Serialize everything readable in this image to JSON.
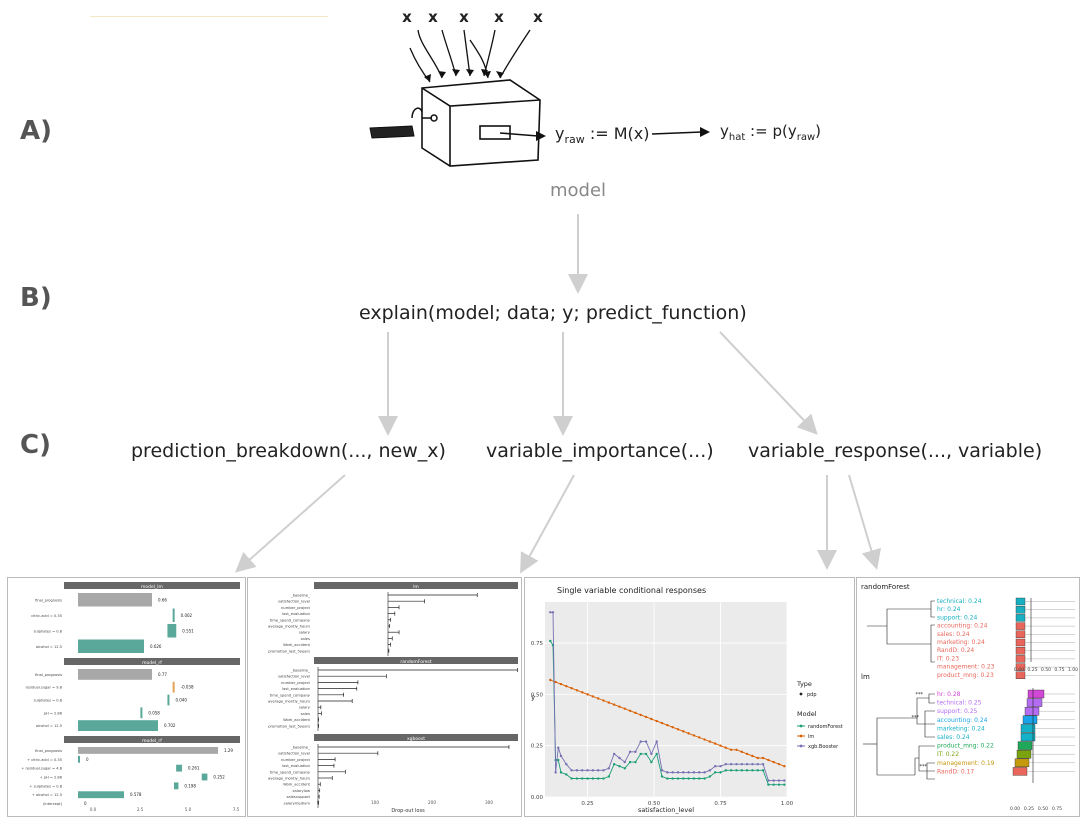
{
  "section_labels": {
    "a": "A)",
    "b": "B)",
    "c": "C)"
  },
  "diagram": {
    "input_marks": [
      "x",
      "x",
      "x",
      "x",
      "x"
    ],
    "y_raw_base": "y",
    "y_raw_sub": "raw",
    "y_raw_rest": " := M(x)",
    "y_hat_base": "y",
    "y_hat_sub": "hat",
    "y_hat_mid": " := p(y",
    "y_hat_sub2": "raw",
    "y_hat_end": ")",
    "model_label": "model",
    "explain_call": "explain(model;  data;  y;  predict_function)",
    "fn_breakdown": "prediction_breakdown(..., new_x)",
    "fn_importance": "variable_importance(...)",
    "fn_response": "variable_response(..., variable)"
  },
  "breakdown_panel": {
    "facets": [
      {
        "title": "model_lm",
        "rows": [
          {
            "label": "final_prognosis",
            "value": "0.66"
          },
          {
            "label": "citric.acid = 0.35",
            "value": "0.002"
          },
          {
            "label": "sulphates = 0.8",
            "value": "0.551"
          },
          {
            "label": "alcohol = 12.5",
            "value": "0.626"
          }
        ]
      },
      {
        "title": "model_rf",
        "rows": [
          {
            "label": "final_prognosis",
            "value": "0.77"
          },
          {
            "label": "residual.sugar = 9.8",
            "value": "-0.038"
          },
          {
            "label": "sulphates = 0.8",
            "value": "0.040"
          },
          {
            "label": "pH = 2.86",
            "value": "0.058"
          },
          {
            "label": "alcohol = 12.5",
            "value": "0.702"
          }
        ]
      },
      {
        "title": "model_rf",
        "rows": [
          {
            "label": "final_prognosis",
            "value": "1.29"
          },
          {
            "label": "+ citric.acid = 0.35",
            "value": "0"
          },
          {
            "label": "+ residual.sugar = 4.8",
            "value": "0.261"
          },
          {
            "label": "+ pH = 2.86",
            "value": "0.252"
          },
          {
            "label": "+ sulphates = 0.8",
            "value": "0.198"
          },
          {
            "label": "+ alcohol = 12.5",
            "value": "0.578"
          },
          {
            "label": "(Intercept)",
            "value": "0"
          }
        ]
      }
    ],
    "x_ticks": [
      "0.0",
      "2.5",
      "5.0",
      "7.5"
    ]
  },
  "importance_panel": {
    "facets": [
      {
        "title": "lm",
        "rows": [
          {
            "label": "_baseline_",
            "value": 180
          },
          {
            "label": "satisfaction_level",
            "value": 118
          },
          {
            "label": "number_project",
            "value": 88
          },
          {
            "label": "last_evaluation",
            "value": 83
          },
          {
            "label": "time_spend_company",
            "value": 78
          },
          {
            "label": "average_montly_hours",
            "value": 77
          },
          {
            "label": "salary",
            "value": 88
          },
          {
            "label": "sales",
            "value": 80
          },
          {
            "label": "Work_accident",
            "value": 78
          },
          {
            "label": "promotion_last_5years",
            "value": 76
          }
        ]
      },
      {
        "title": "randomForest",
        "rows": [
          {
            "label": "_baseline_",
            "value": 350
          },
          {
            "label": "satisfaction_level",
            "value": 120
          },
          {
            "label": "number_project",
            "value": 70
          },
          {
            "label": "last_evaluation",
            "value": 68
          },
          {
            "label": "time_spend_company",
            "value": 45
          },
          {
            "label": "average_montly_hours",
            "value": 60
          },
          {
            "label": "salary",
            "value": 5
          },
          {
            "label": "sales",
            "value": 6
          },
          {
            "label": "Work_accident",
            "value": 1
          },
          {
            "label": "promotion_last_5years",
            "value": 1
          }
        ]
      },
      {
        "title": "xgboost",
        "rows": [
          {
            "label": "_baseline_",
            "value": 335
          },
          {
            "label": "satisfaction_level",
            "value": 105
          },
          {
            "label": "number_project",
            "value": 30
          },
          {
            "label": "last_evaluation",
            "value": 28
          },
          {
            "label": "time_spend_company",
            "value": 48
          },
          {
            "label": "average_montly_hours",
            "value": 25
          },
          {
            "label": "Work_accident",
            "value": 4
          },
          {
            "label": "salarylow",
            "value": 3
          },
          {
            "label": "salessupport",
            "value": 2
          },
          {
            "label": "salarymedium",
            "value": 1
          }
        ]
      }
    ],
    "x_ticks": [
      "0",
      "100",
      "200",
      "300"
    ],
    "xlabel": "Drop-out loss"
  },
  "chart_data": {
    "type": "line",
    "title": "Single variable conditional responses",
    "xlabel": "satisfaction_level",
    "ylabel": "ŷ",
    "xlim": [
      0.09,
      1.0
    ],
    "ylim": [
      0.0,
      0.95
    ],
    "x_ticks": [
      "0.25",
      "0.50",
      "0.75",
      "1.00"
    ],
    "y_ticks": [
      "0.00",
      "0.25",
      "0.50",
      "0.75"
    ],
    "legend_type_title": "Type",
    "legend_type_items": [
      "pdp"
    ],
    "legend_model_title": "Model",
    "series": [
      {
        "name": "randomForest",
        "color": "#1b9e77",
        "x": [
          0.11,
          0.12,
          0.13,
          0.14,
          0.15,
          0.17,
          0.19,
          0.21,
          0.23,
          0.25,
          0.27,
          0.29,
          0.31,
          0.33,
          0.35,
          0.37,
          0.39,
          0.41,
          0.43,
          0.45,
          0.47,
          0.49,
          0.51,
          0.53,
          0.55,
          0.57,
          0.59,
          0.61,
          0.63,
          0.65,
          0.67,
          0.69,
          0.71,
          0.73,
          0.75,
          0.77,
          0.79,
          0.81,
          0.83,
          0.85,
          0.87,
          0.89,
          0.91,
          0.93,
          0.95,
          0.97,
          0.99
        ],
        "y": [
          0.76,
          0.74,
          0.18,
          0.18,
          0.12,
          0.11,
          0.09,
          0.09,
          0.09,
          0.09,
          0.09,
          0.09,
          0.09,
          0.1,
          0.16,
          0.15,
          0.14,
          0.17,
          0.17,
          0.21,
          0.21,
          0.17,
          0.21,
          0.1,
          0.09,
          0.09,
          0.09,
          0.09,
          0.09,
          0.09,
          0.09,
          0.09,
          0.1,
          0.12,
          0.12,
          0.13,
          0.13,
          0.13,
          0.13,
          0.13,
          0.13,
          0.13,
          0.13,
          0.06,
          0.06,
          0.06,
          0.06
        ]
      },
      {
        "name": "lm",
        "color": "#d95f02",
        "x": [
          0.11,
          0.13,
          0.15,
          0.17,
          0.19,
          0.21,
          0.23,
          0.25,
          0.27,
          0.29,
          0.31,
          0.33,
          0.35,
          0.37,
          0.39,
          0.41,
          0.43,
          0.45,
          0.47,
          0.49,
          0.51,
          0.53,
          0.55,
          0.57,
          0.59,
          0.61,
          0.63,
          0.65,
          0.67,
          0.69,
          0.71,
          0.73,
          0.75,
          0.77,
          0.79,
          0.81,
          0.83,
          0.85,
          0.87,
          0.89,
          0.91,
          0.93,
          0.95,
          0.97,
          0.99
        ],
        "y": [
          0.57,
          0.56,
          0.55,
          0.54,
          0.53,
          0.52,
          0.51,
          0.5,
          0.49,
          0.48,
          0.47,
          0.46,
          0.45,
          0.44,
          0.43,
          0.42,
          0.41,
          0.4,
          0.39,
          0.38,
          0.37,
          0.36,
          0.35,
          0.34,
          0.33,
          0.32,
          0.31,
          0.3,
          0.29,
          0.28,
          0.27,
          0.26,
          0.25,
          0.24,
          0.23,
          0.23,
          0.22,
          0.21,
          0.2,
          0.19,
          0.19,
          0.18,
          0.17,
          0.16,
          0.15
        ]
      },
      {
        "name": "xgb.Booster",
        "color": "#7570b3",
        "x": [
          0.11,
          0.12,
          0.13,
          0.14,
          0.15,
          0.17,
          0.19,
          0.21,
          0.23,
          0.25,
          0.27,
          0.29,
          0.31,
          0.33,
          0.35,
          0.37,
          0.39,
          0.41,
          0.43,
          0.45,
          0.47,
          0.49,
          0.51,
          0.53,
          0.55,
          0.57,
          0.59,
          0.61,
          0.63,
          0.65,
          0.67,
          0.69,
          0.71,
          0.73,
          0.75,
          0.77,
          0.79,
          0.81,
          0.83,
          0.85,
          0.87,
          0.89,
          0.91,
          0.93,
          0.95,
          0.97,
          0.99
        ],
        "y": [
          0.9,
          0.9,
          0.12,
          0.24,
          0.2,
          0.16,
          0.13,
          0.13,
          0.13,
          0.13,
          0.13,
          0.13,
          0.13,
          0.14,
          0.21,
          0.19,
          0.17,
          0.22,
          0.22,
          0.27,
          0.27,
          0.21,
          0.27,
          0.13,
          0.12,
          0.12,
          0.12,
          0.12,
          0.12,
          0.12,
          0.12,
          0.12,
          0.13,
          0.15,
          0.15,
          0.16,
          0.16,
          0.16,
          0.16,
          0.16,
          0.16,
          0.16,
          0.16,
          0.08,
          0.08,
          0.08,
          0.08
        ]
      }
    ]
  },
  "response_panel": {
    "rf_title": "randomForest",
    "lm_title": "lm",
    "rf_groups": [
      {
        "color": "#17b0c0",
        "items": [
          "technical: 0.24",
          "hr: 0.24",
          "support: 0.24"
        ]
      },
      {
        "color": "#e8665b",
        "items": [
          "accounting: 0.24",
          "sales: 0.24",
          "marketing: 0.24",
          "RandD: 0.24",
          "IT: 0.23",
          "management: 0.23",
          "product_mng: 0.23"
        ]
      }
    ],
    "lm_items": [
      {
        "label": "hr: 0.28",
        "color": "#d147d6"
      },
      {
        "label": "technical: 0.25",
        "color": "#b46cf2"
      },
      {
        "label": "support: 0.25",
        "color": "#b46cf2"
      },
      {
        "label": "accounting: 0.24",
        "color": "#1aa3e8"
      },
      {
        "label": "marketing: 0.24",
        "color": "#14b1c9"
      },
      {
        "label": "sales: 0.24",
        "color": "#14b1c9"
      },
      {
        "label": "product_mng: 0.22",
        "color": "#1fa85a"
      },
      {
        "label": "IT: 0.22",
        "color": "#7aa30f"
      },
      {
        "label": "management: 0.19",
        "color": "#c49a0c"
      },
      {
        "label": "RandD: 0.17",
        "color": "#e8665b"
      }
    ],
    "sig_marks": [
      "***",
      "***",
      "***"
    ],
    "x_ticks": [
      "0.00",
      "0.25",
      "0.50",
      "0.75",
      "1.00"
    ]
  }
}
